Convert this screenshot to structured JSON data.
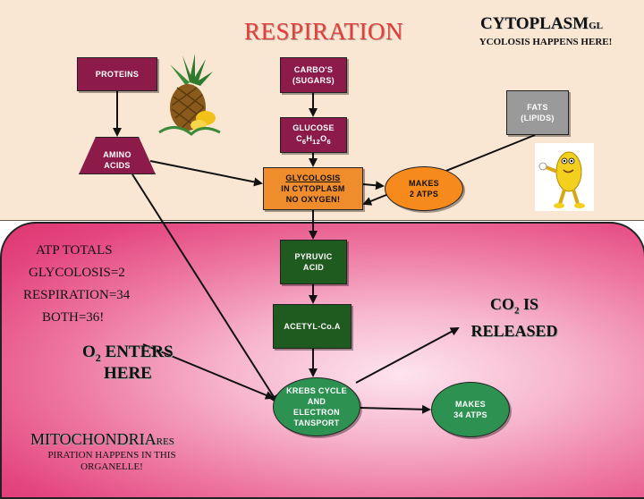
{
  "title": "RESPIRATION",
  "cytoplasm": {
    "title_main": "CYTOPLASM",
    "title_suffix": "GL",
    "text": "YCOLOSIS HAPPENS HERE!"
  },
  "nodes": {
    "proteins": "PROTEINS",
    "carbos_line1": "CARBO'S",
    "carbos_line2": "(SUGARS)",
    "fats_line1": "FATS",
    "fats_line2": "(LIPIDS)",
    "glucose_line1": "GLUCOSE",
    "glucose_formula": [
      "C",
      "6",
      "H",
      "12",
      "O",
      "6"
    ],
    "amino_line1": "AMINO",
    "amino_line2": "ACIDS",
    "glycolysis_line1": "GLYCOLOSIS",
    "glycolysis_line2": "IN CYTOPLASM",
    "glycolysis_line3": "NO OXYGEN!",
    "makes2_line1": "MAKES",
    "makes2_line2": "2 ATPS",
    "pyruvic_line1": "PYRUVIC",
    "pyruvic_line2": "ACID",
    "acetyl": "ACETYL-Co.A",
    "krebs_lines": [
      "KREBS CYCLE",
      "AND",
      "ELECTRON",
      "TANSPORT"
    ],
    "makes34_line1": "MAKES",
    "makes34_line2": "34 ATPS"
  },
  "totals": {
    "heading": "ATP TOTALS",
    "glycolosis": "GLYCOLOSIS=2",
    "respiration": "RESPIRATION=34",
    "both": "BOTH=36!"
  },
  "oxygen": {
    "prefix": "O",
    "subscript": "2",
    "line1_rest": " ENTERS",
    "line2": "HERE"
  },
  "co2": {
    "prefix": "CO",
    "subscript": "2",
    "line1_rest": " IS",
    "line2": "RELEASED"
  },
  "mitochondria": {
    "title_main": "MITOCHONDRIA",
    "title_suffix": "RES",
    "text_line1": "PIRATION HAPPENS IN THIS",
    "text_line2": "ORGANELLE!"
  },
  "colors": {
    "title": "#e53c3c",
    "macro_box": "#8c1b4a",
    "glycolysis_box": "#ef8c2c",
    "mito_box": "#1f5a1f",
    "mito_ellipse": "#2d9152",
    "cytoplasm_bg": "#fae7d3",
    "mitochondria_bg": "#e4457e"
  }
}
